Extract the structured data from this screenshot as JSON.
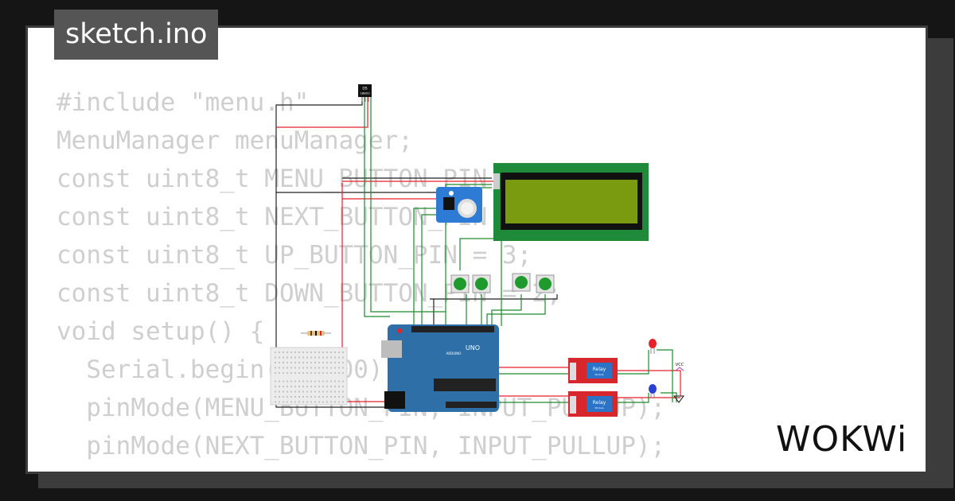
{
  "project": {
    "file_name": "sketch.ino",
    "brand": "WOKWi"
  },
  "code_lines": [
    "#include \"menu.h\"",
    "",
    "MenuManager menuManager;",
    "const uint8_t MENU_BUTTON_PIN = 5;",
    "const uint8_t NEXT_BUTTON_PIN = 4;",
    "const uint8_t UP_BUTTON_PIN = 3;",
    "const uint8_t DOWN_BUTTON_PIN = 2;",
    "void setup() {",
    "  Serial.begin(115200);",
    "  pinMode(MENU_BUTTON_PIN, INPUT_PULLUP);",
    "  pinMode(NEXT_BUTTON_PIN, INPUT_PULLUP);"
  ],
  "components": {
    "sensor_label_top": "DS",
    "sensor_label_bottom": "18B20",
    "board_label": "UNO",
    "board_brand": "ARDUINO",
    "relay_label": "Relay",
    "relay_sub": "Module",
    "vcc_label": "VCC"
  },
  "colors": {
    "background": "#151515",
    "card": "#ffffff",
    "frame": "#3c3c3c",
    "code_text": "#cfcfcf",
    "badge": "#555555",
    "wire_red": "#e8202a",
    "wire_green": "#1e8a2e",
    "wire_black": "#222222",
    "lcd_board": "#1f8a3a",
    "lcd_screen": "#7a9a10",
    "arduino": "#2e6fa7",
    "relay": "#d8262d",
    "button": "#1f9a2c"
  }
}
